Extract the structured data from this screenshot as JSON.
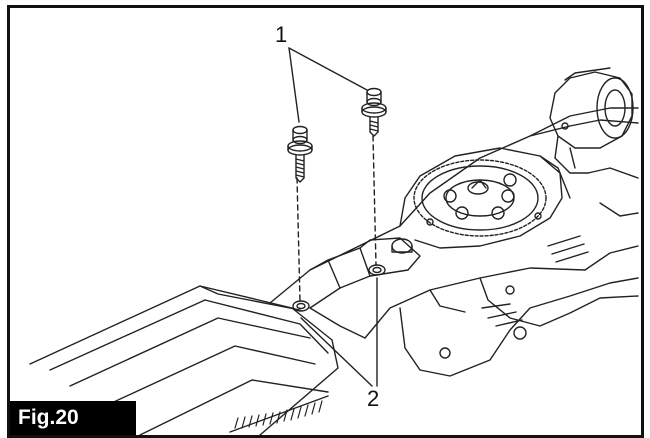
{
  "figure": {
    "label": "Fig.20",
    "callouts": [
      {
        "id": "1",
        "text": "1",
        "refers_to": "screws"
      },
      {
        "id": "2",
        "text": "2",
        "refers_to": "screw-holes"
      }
    ]
  },
  "colors": {
    "line": "#222222",
    "background": "#ffffff",
    "label_bg": "#000000",
    "label_text": "#ffffff"
  }
}
